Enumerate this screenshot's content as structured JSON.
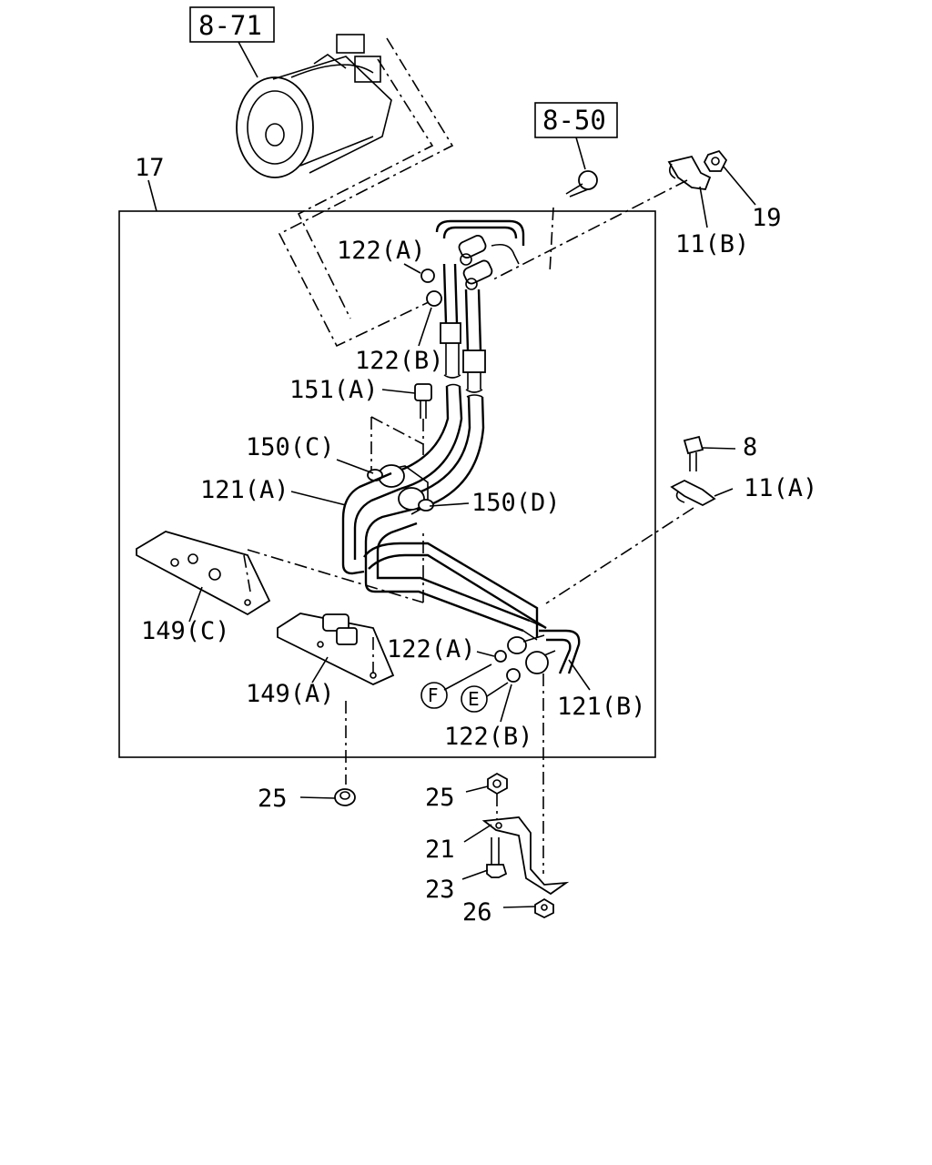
{
  "ref_boxes": [
    {
      "id": "ref-8-71",
      "text": "8-71"
    },
    {
      "id": "ref-8-50",
      "text": "8-50"
    }
  ],
  "labels": {
    "assembly_17": "17",
    "p19": "19",
    "p11b": "11(B)",
    "p122a_top": "122(A)",
    "p122b_top": "122(B)",
    "p151a": "151(A)",
    "p150c": "150(C)",
    "p121a": "121(A)",
    "p150d": "150(D)",
    "p8": "8",
    "p11a": "11(A)",
    "p149c": "149(C)",
    "p149a": "149(A)",
    "p122a_bot": "122(A)",
    "p122b_bot": "122(B)",
    "p121b": "121(B)",
    "p25_left": "25",
    "p25_right": "25",
    "p21": "21",
    "p23": "23",
    "p26": "26"
  },
  "circle_refs": {
    "f": "F",
    "e": "E"
  }
}
